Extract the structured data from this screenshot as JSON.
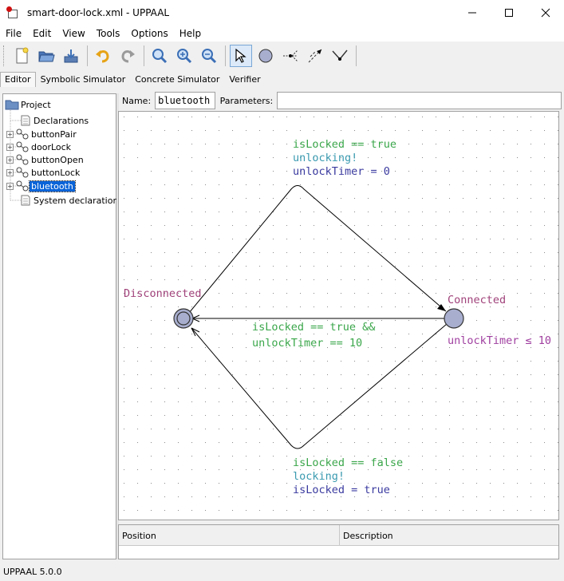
{
  "window": {
    "title": "smart-door-lock.xml - UPPAAL",
    "minimize_icon": "minimize-icon",
    "maximize_icon": "maximize-icon",
    "close_icon": "close-icon"
  },
  "menu": [
    "File",
    "Edit",
    "View",
    "Tools",
    "Options",
    "Help"
  ],
  "toolbar": {
    "icons": [
      "new-document-icon",
      "open-folder-icon",
      "save-icon",
      "undo-icon",
      "redo-icon",
      "zoom-icon",
      "zoom-in-icon",
      "zoom-out-icon",
      "select-arrow-icon",
      "add-location-icon",
      "add-branchpoint-icon",
      "add-edge-icon",
      "add-nail-icon"
    ],
    "active": "select-arrow-icon"
  },
  "tabs": [
    "Editor",
    "Symbolic Simulator",
    "Concrete Simulator",
    "Verifier"
  ],
  "active_tab": "Editor",
  "tree": {
    "root": "Project",
    "items": [
      "Declarations",
      "buttonPair",
      "doorLock",
      "buttonOpen",
      "buttonLock",
      "bluetooth",
      "System declarations"
    ],
    "selected": "bluetooth"
  },
  "template": {
    "name_label": "Name:",
    "name_value": "bluetooth",
    "params_label": "Parameters:",
    "params_value": ""
  },
  "automaton": {
    "locations": [
      {
        "name": "Disconnected",
        "initial": true,
        "invariant": ""
      },
      {
        "name": "Connected",
        "initial": false,
        "invariant": "unlockTimer ≤ 10"
      }
    ],
    "edges": [
      {
        "guard": "isLocked == true",
        "sync": "unlocking!",
        "update": "unlockTimer = 0"
      },
      {
        "guard_line1": "isLocked == true &&",
        "guard_line2": "unlockTimer == 10"
      },
      {
        "guard": "isLocked == false",
        "sync": "locking!",
        "update": "isLocked = true"
      }
    ],
    "colors": {
      "location_name": "#a0427a",
      "guard": "#3aa64a",
      "sync": "#3a9ab0",
      "update": "#3a3aa0",
      "invariant": "#a040a0",
      "location_fill": "#a8aece"
    }
  },
  "description": {
    "columns": [
      "Position",
      "Description"
    ]
  },
  "status": "UPPAAL 5.0.0"
}
